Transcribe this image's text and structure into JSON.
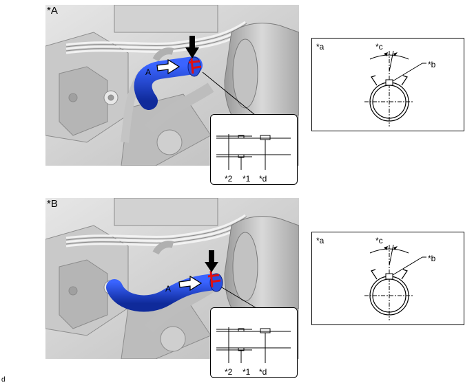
{
  "figure_a": {
    "panel_label": "*A",
    "arrow_label": "A",
    "detail": {
      "label_2": "*2",
      "label_1": "*1",
      "label_d": "*d"
    },
    "clamp": {
      "label_a": "*a",
      "label_b": "*b",
      "label_c": "*c"
    }
  },
  "figure_b": {
    "panel_label": "*B",
    "arrow_label": "A",
    "detail": {
      "label_2": "*2",
      "label_1": "*1",
      "label_d": "*d"
    },
    "clamp": {
      "label_a": "*a",
      "label_b": "*b",
      "label_c": "*c"
    }
  },
  "footer_code": "d",
  "colors": {
    "photo_bg": "#d7d7d7",
    "photo_dark": "#8a8a8a",
    "hose_blue": "#1f3fc8",
    "clamp_red": "#e01010",
    "arrow_black": "#000000"
  }
}
